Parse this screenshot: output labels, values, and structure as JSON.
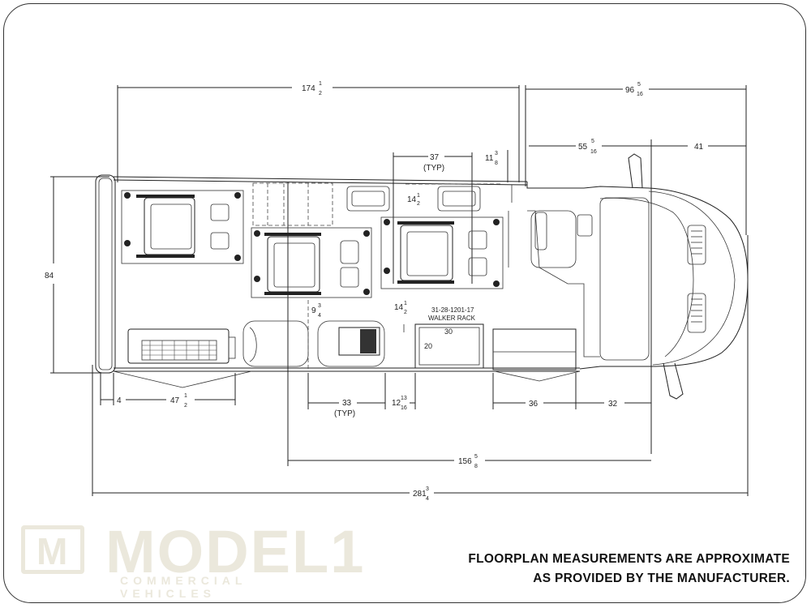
{
  "dimensions": {
    "overall_length": "281",
    "overall_length_frac_num": "3",
    "overall_length_frac_den": "4",
    "body_length": "174",
    "body_length_frac_num": "1",
    "body_length_frac_den": "2",
    "front_length": "96",
    "front_length_frac_num": "5",
    "front_length_frac_den": "16",
    "front_a": "55",
    "front_a_frac_num": "5",
    "front_a_frac_den": "16",
    "front_b": "41",
    "seat_spacing": "37",
    "seat_spacing_note": "(TYP)",
    "small_gap": "11",
    "small_gap_frac_num": "3",
    "small_gap_frac_den": "8",
    "aisle_a": "14",
    "aisle_a_frac_num": "1",
    "aisle_a_frac_den": "2",
    "width": "84",
    "aisle_b": "9",
    "aisle_b_frac_num": "3",
    "aisle_b_frac_den": "4",
    "aisle_c": "14",
    "aisle_c_frac_num": "1",
    "aisle_c_frac_den": "2",
    "walker_rack_label": "31-28-1201-17",
    "walker_rack_name": "WALKER RACK",
    "rack_width": "30",
    "rack_depth": "20",
    "rear_offset": "4",
    "rear_bench": "47",
    "rear_bench_frac_num": "1",
    "rear_bench_frac_den": "2",
    "bottom_spacing": "33",
    "bottom_spacing_note": "(TYP)",
    "bottom_gap": "12",
    "bottom_gap_frac_num": "13",
    "bottom_gap_frac_den": "16",
    "front_step": "36",
    "front_door": "32",
    "wheelbase": "156",
    "wheelbase_frac_num": "5",
    "wheelbase_frac_den": "8"
  },
  "logo": {
    "mark": "M",
    "word": "MODEL1",
    "sub": "COMMERCIAL VEHICLES"
  },
  "disclaimer": {
    "line1": "FLOORPLAN MEASUREMENTS ARE APPROXIMATE",
    "line2": "AS PROVIDED BY THE MANUFACTURER."
  },
  "colors": {
    "line": "#222222",
    "watermark": "#ebe8dc"
  }
}
